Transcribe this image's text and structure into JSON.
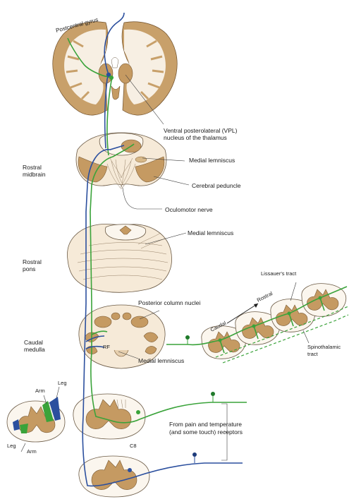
{
  "labels": {
    "postcentral_gyrus": "Postcentral gyrus",
    "vpl_line1": "Ventral posterolateral (VPL)",
    "vpl_line2": "nucleus of the thalamus",
    "rostral_midbrain_1": "Rostral",
    "rostral_midbrain_2": "midbrain",
    "medial_lemniscus_midbrain": "Medial lemniscus",
    "cerebral_peduncle": "Cerebral peduncle",
    "oculomotor_nerve": "Oculomotor nerve",
    "rostral_pons_1": "Rostral",
    "rostral_pons_2": "pons",
    "medial_lemniscus_pons": "Medial lemniscus",
    "lissauers_tract": "Lissauer's tract",
    "rostral_arrow": "Rostral",
    "caudal_arrow": "Caudal",
    "posterior_column_nuclei": "Posterior column nuclei",
    "caudal_medulla_1": "Caudal",
    "caudal_medulla_2": "medulla",
    "rf": "RF",
    "medial_lemniscus_medulla": "Medial lemniscus",
    "spinothalamic_1": "Spinothalamic",
    "spinothalamic_2": "tract",
    "arm_top": "Arm",
    "leg_top": "Leg",
    "leg_bottom": "Leg",
    "arm_bottom": "Arm",
    "c8": "C8",
    "receptors_1": "From pain and temperature",
    "receptors_2": "(and some touch) receptors"
  },
  "colors": {
    "arm_pathway": "#3aa33a",
    "leg_pathway": "#2b4f9e",
    "gray_matter": "#c59a62",
    "section_fill": "#f6ead8"
  }
}
